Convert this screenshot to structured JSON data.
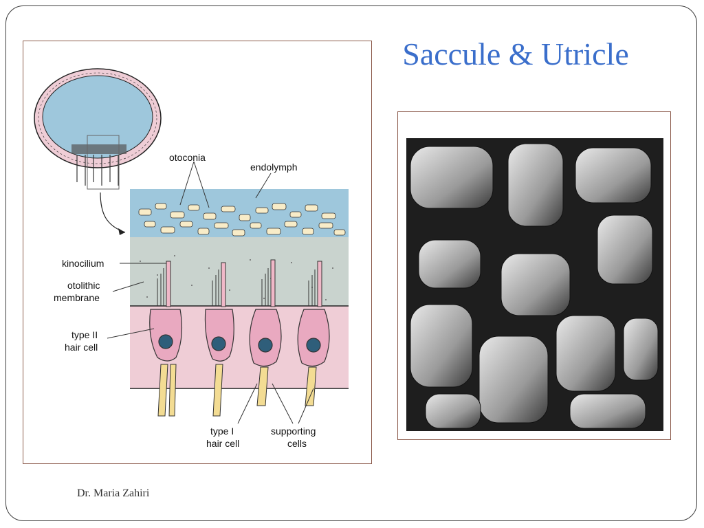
{
  "slide": {
    "title": "Saccule & Utricle",
    "footer": "Dr. Maria Zahiri"
  },
  "diagram": {
    "labels": {
      "otoconia": "otoconia",
      "endolymph": "endolymph",
      "kinocilium": "kinocilium",
      "otolithic_1": "otolithic",
      "otolithic_2": "membrane",
      "type2_1": "type II",
      "type2_2": "hair cell",
      "type1_1": "type I",
      "type1_2": "hair cell",
      "support_1": "supporting",
      "support_2": "cells"
    }
  },
  "colors": {
    "title": "#3a6ecb",
    "endolymph_blue": "#9ec7dc",
    "cell_pink": "#efcdd6",
    "membrane_gray": "#c9d3ce",
    "supporting_yellow": "#f3dc93"
  }
}
